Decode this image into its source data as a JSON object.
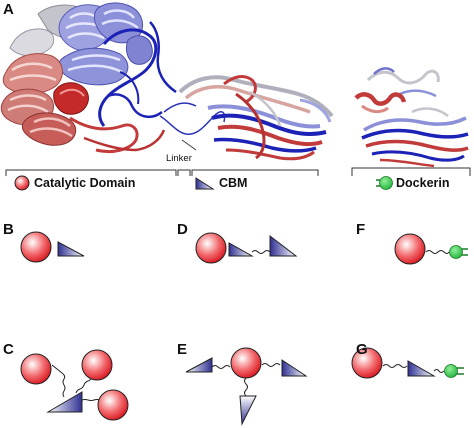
{
  "panels": {
    "a": "A",
    "b": "B",
    "c": "C",
    "d": "D",
    "e": "E",
    "f": "F",
    "g": "G"
  },
  "legend": {
    "catalytic_domain": "Catalytic Domain",
    "linker": "Linker",
    "cbm": "CBM",
    "dockerin": "Dockerin"
  },
  "colors": {
    "catalytic_red": "#e31b23",
    "cbm_blue": "#3a3fa0",
    "dockerin_green": "#33c24a",
    "ribbon_red": "#c23b3b",
    "ribbon_pink": "#d98a84",
    "ribbon_blue": "#1b22b5",
    "ribbon_lavender": "#8c90d8",
    "ribbon_gray": "#c4c4cc"
  }
}
